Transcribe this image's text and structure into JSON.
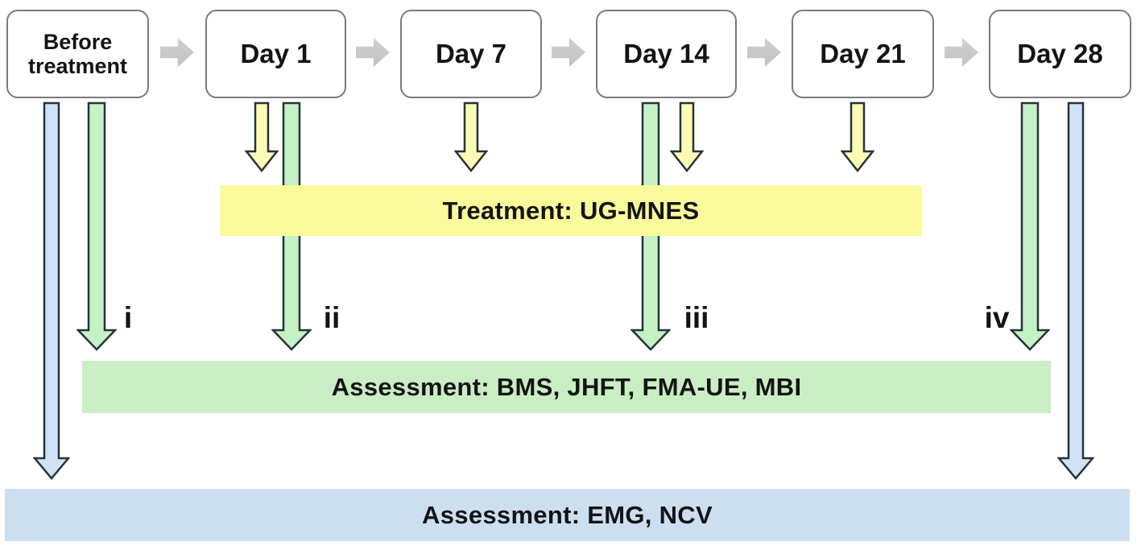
{
  "figure": {
    "timeline_boxes": [
      {
        "label": "Before\ntreatment"
      },
      {
        "label": "Day 1"
      },
      {
        "label": "Day 7"
      },
      {
        "label": "Day 14"
      },
      {
        "label": "Day 21"
      },
      {
        "label": "Day 28"
      }
    ],
    "assessment_point_labels": [
      "i",
      "ii",
      "iii",
      "iv"
    ],
    "bars": {
      "treatment": "Treatment: UG-MNES",
      "functional_assessment": "Assessment: BMS, JHFT, FMA-UE, MBI",
      "electrophysiology_assessment": "Assessment: EMG, NCV"
    },
    "colors": {
      "treatment_bar": "#fafa9d",
      "functional_assessment_bar": "#c9eec3",
      "electrophysiology_bar": "#cbdff0",
      "yellow_arrow_fill": "#fbfbb5",
      "green_arrow_fill": "#c4f2c5",
      "blue_arrow_fill": "#d0e3f6",
      "gray_step_arrow": "#c8c8c8",
      "arrow_outline": "#27323a"
    }
  }
}
